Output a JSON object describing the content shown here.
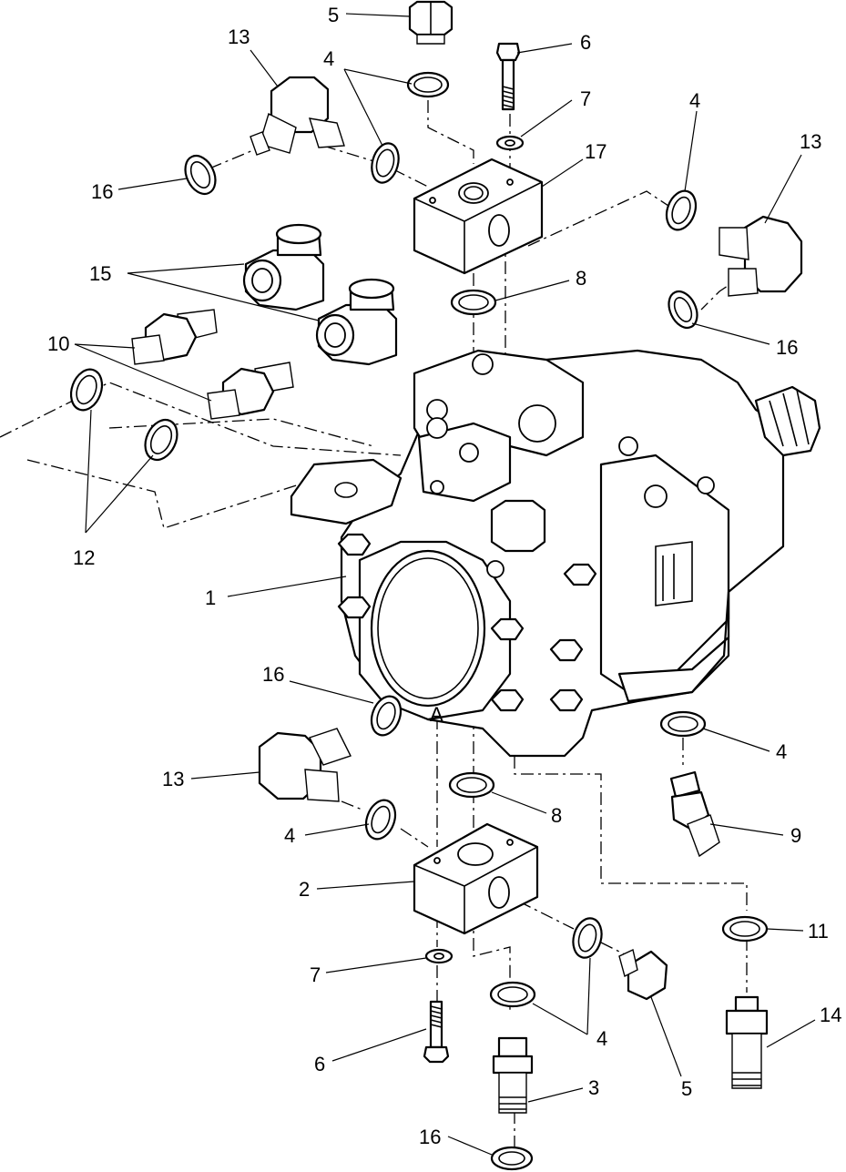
{
  "callouts": [
    {
      "id": "c-5-top",
      "label": "5"
    },
    {
      "id": "c-6-top",
      "label": "6"
    },
    {
      "id": "c-13-tl",
      "label": "13"
    },
    {
      "id": "c-4-top",
      "label": "4"
    },
    {
      "id": "c-7-top",
      "label": "7"
    },
    {
      "id": "c-17",
      "label": "17"
    },
    {
      "id": "c-4-right",
      "label": "4"
    },
    {
      "id": "c-13-tr",
      "label": "13"
    },
    {
      "id": "c-16-tl",
      "label": "16"
    },
    {
      "id": "c-15",
      "label": "15"
    },
    {
      "id": "c-8-top",
      "label": "8"
    },
    {
      "id": "c-16-tr",
      "label": "16"
    },
    {
      "id": "c-10",
      "label": "10"
    },
    {
      "id": "c-12",
      "label": "12"
    },
    {
      "id": "c-1",
      "label": "1"
    },
    {
      "id": "c-16-mid",
      "label": "16"
    },
    {
      "id": "c-4-mr",
      "label": "4"
    },
    {
      "id": "c-13-bl",
      "label": "13"
    },
    {
      "id": "c-8-bot",
      "label": "8"
    },
    {
      "id": "c-9",
      "label": "9"
    },
    {
      "id": "c-4-ml",
      "label": "4"
    },
    {
      "id": "c-2",
      "label": "2"
    },
    {
      "id": "c-11",
      "label": "11"
    },
    {
      "id": "c-7-bot",
      "label": "7"
    },
    {
      "id": "c-14",
      "label": "14"
    },
    {
      "id": "c-4-bot",
      "label": "4"
    },
    {
      "id": "c-6-bot",
      "label": "6"
    },
    {
      "id": "c-5-bot",
      "label": "5"
    },
    {
      "id": "c-3",
      "label": "3"
    },
    {
      "id": "c-16-bot",
      "label": "16"
    }
  ]
}
